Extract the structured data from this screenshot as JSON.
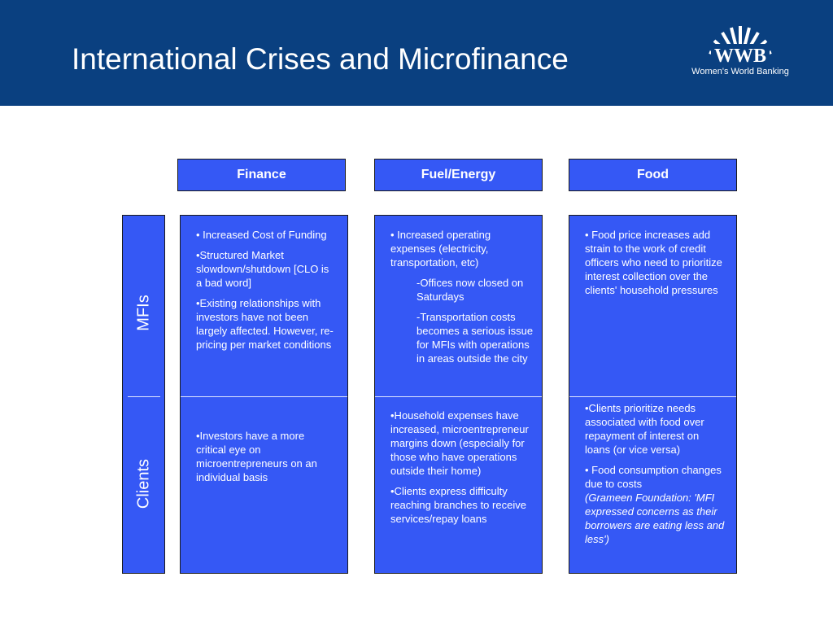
{
  "title": "International Crises and Microfinance",
  "logo": {
    "mark": "WWB",
    "name": "Women's World Banking"
  },
  "columns": [
    "Finance",
    "Fuel/Energy",
    "Food"
  ],
  "rows": [
    "MFIs",
    "Clients"
  ],
  "finance": {
    "mfis": [
      "• Increased Cost of Funding",
      "•Structured Market slowdown/shutdown [CLO is a bad word]",
      "•Existing relationships with investors have not been largely affected.  However, re-pricing  per market conditions"
    ],
    "clients": [
      "•Investors have a more critical eye on microentrepreneurs on an individual basis"
    ]
  },
  "fuel": {
    "mfis": [
      "• Increased operating expenses (electricity, transportation, etc)",
      "-Offices now closed on Saturdays",
      "-Transportation costs becomes a serious issue for MFIs with operations in areas outside the city"
    ],
    "clients": [
      "•Household expenses have increased, microentrepreneur margins down  (especially for those who have operations outside their home)",
      "•Clients express difficulty reaching branches to receive services/repay loans"
    ]
  },
  "food": {
    "mfis": [
      "• Food price increases add strain to the work of credit officers who need to prioritize interest collection over the clients' household pressures"
    ],
    "clients": [
      "•Clients prioritize needs associated with food over repayment of interest on loans (or vice versa)",
      "• Food consumption changes due to costs",
      "(Grameen Foundation: 'MFI expressed concerns as their borrowers are eating less and less')"
    ]
  },
  "colors": {
    "header": "#0a4080",
    "panel": "#3558f5"
  }
}
